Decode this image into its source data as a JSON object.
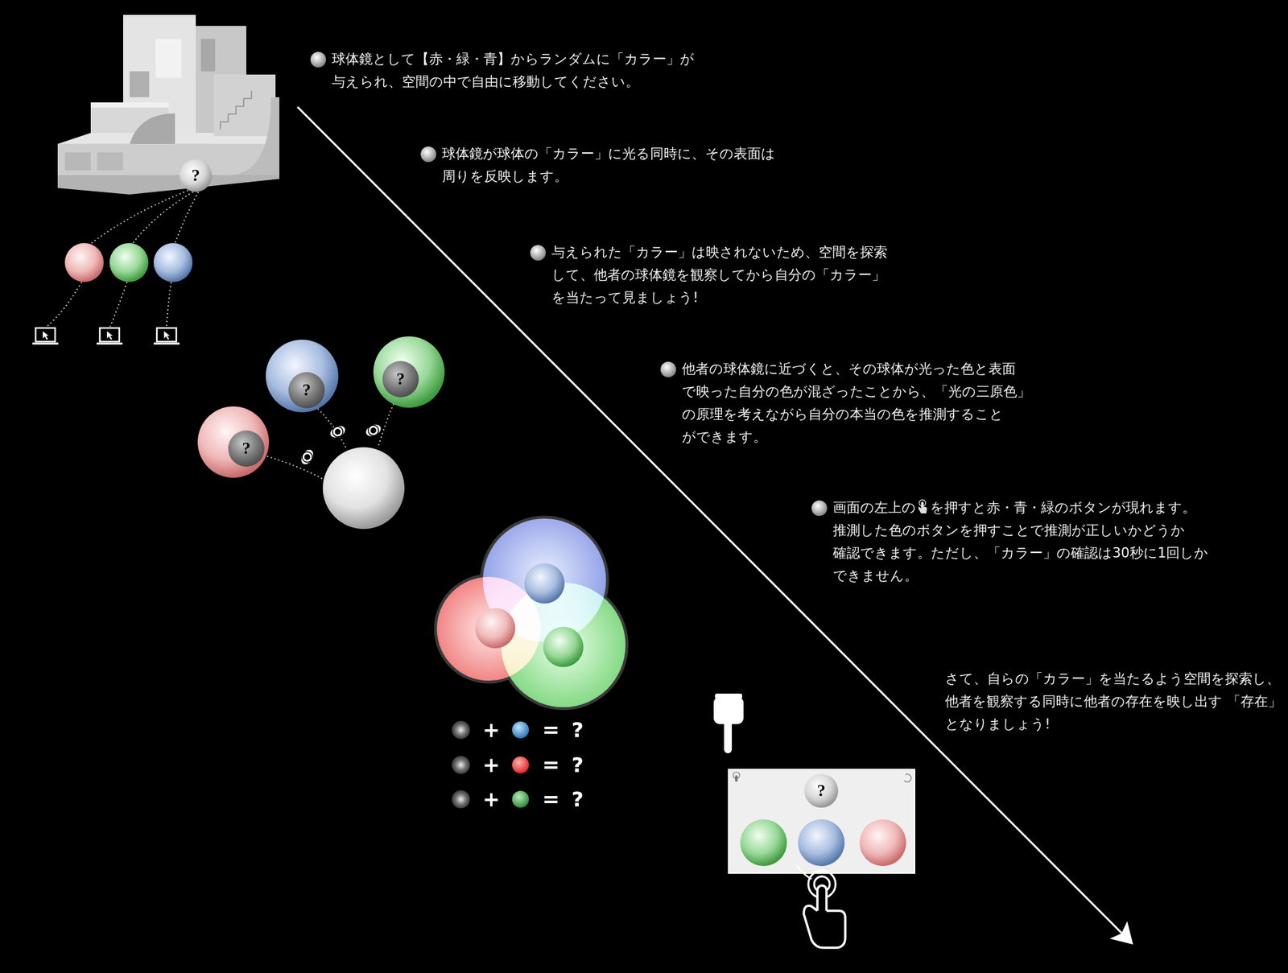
{
  "diagram": {
    "nodes": [
      {
        "text": [
          "?"
        ]
      },
      {
        "text": [
          "?"
        ]
      },
      {
        "text": [
          "?"
        ]
      },
      {
        "text": [
          "?"
        ]
      },
      {
        "text": [
          "?"
        ]
      }
    ],
    "labels": [
      "球体鏡として【赤・緑・青】からランダムに「カラー」が 与えられ、空間の中で自由に移動してください。",
      "球体鏡が球体の「カラー」に光る同時に、その表面は 周りを反映します。",
      "与えられた「カラー」は映されないため、空間を探索 して、他者の球体鏡を観察してから自分の「カラー」 を当たって見ましょう!",
      "他者の球体鏡に近づくと、その球体が光った色と表面 で映った自分の色が混ざったことから、「光の三原色」 の原理を考えながら自分の本当の色を推測すること ができます。",
      "画面の左上の",
      "を押すと赤・青・緑のボタンが現れます。 推測した色のボタンを押すことで推測が正しいかどうか 確認できます。ただし、「カラー」の確認は30秒に1回しか できません。",
      "さて、自らの「カラー」を当たるよう空間を探索し、 他者を観察する同時に他者の存在を映し出す 「存在」となりましょう!",
      "+",
      "=",
      "?",
      "+",
      "=",
      "?",
      "+",
      "=",
      "?"
    ]
  }
}
